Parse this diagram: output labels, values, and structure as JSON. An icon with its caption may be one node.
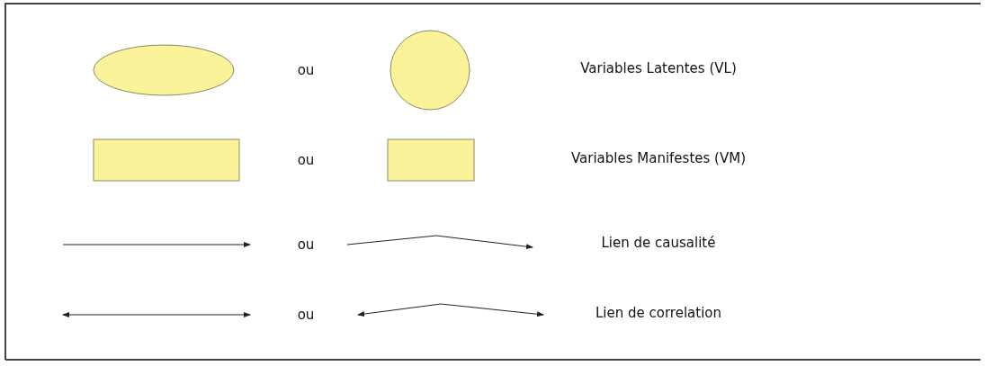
{
  "diagram": {
    "nodes": [
      {
        "text": [],
        "shape": "ellipse"
      },
      {
        "text": [],
        "shape": "circle"
      },
      {
        "text": [],
        "shape": "box"
      },
      {
        "text": [],
        "shape": "box"
      }
    ],
    "labels": [
      "ou",
      "ou",
      "ou",
      "ou"
    ],
    "legend": [
      {
        "text": "Variables Latentes (VL)"
      },
      {
        "text": "Variables Manifestes (VM)"
      },
      {
        "text": "Lien de causalité"
      },
      {
        "text": "Lien de correlation"
      }
    ]
  }
}
